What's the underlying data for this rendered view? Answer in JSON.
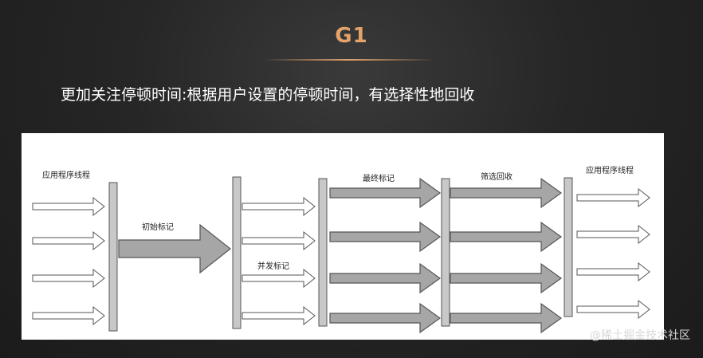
{
  "slide": {
    "title": "G1",
    "subtitle": "更加关注停顿时间:根据用户设置的停顿时间，有选择性地回收"
  },
  "diagram": {
    "labels": {
      "app_threads_left": "应用程序线程",
      "initial_mark": "初始标记",
      "concurrent_mark": "并发标记",
      "final_mark": "最终标记",
      "filter_reclaim": "筛选回收",
      "app_threads_right": "应用程序线程"
    },
    "colors": {
      "arrow_fill_gray": "#a6a6a6",
      "arrow_fill_white": "#ffffff",
      "arrow_stroke": "#555555",
      "bar_fill": "#c8c8c8"
    }
  },
  "watermark": "@稀土掘金技术社区"
}
